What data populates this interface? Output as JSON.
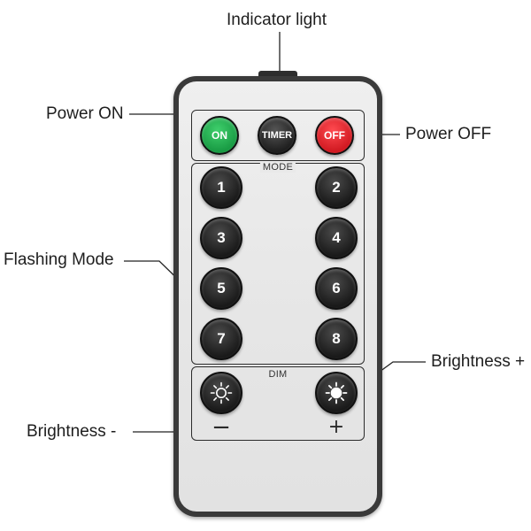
{
  "callouts": {
    "indicator_light": "Indicator light",
    "power_on": "Power ON",
    "power_off": "Power OFF",
    "flashing_mode": "Flashing Mode",
    "brightness_plus": "Brightness +",
    "brightness_minus": "Brightness -"
  },
  "remote": {
    "top_row": {
      "on_label": "ON",
      "timer_label": "TIMER",
      "off_label": "OFF"
    },
    "mode_group": {
      "label": "MODE",
      "buttons": [
        "1",
        "2",
        "3",
        "4",
        "5",
        "6",
        "7",
        "8"
      ]
    },
    "dim_group": {
      "label": "DIM",
      "minus_sign": "−",
      "plus_sign": "+"
    }
  },
  "colors": {
    "on_button": "#22b04f",
    "off_button": "#e0242b",
    "black_buttons": "#1f1f1f",
    "remote_face": "#e8e8e8",
    "remote_border": "#3a3a3a"
  }
}
